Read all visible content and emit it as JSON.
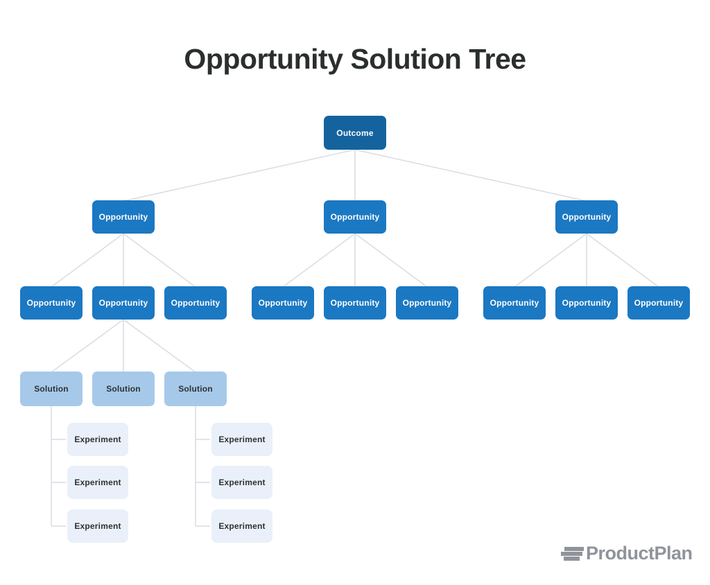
{
  "title": "Opportunity Solution Tree",
  "nodes": {
    "outcome": {
      "label": "Outcome"
    },
    "level2": [
      {
        "label": "Opportunity"
      },
      {
        "label": "Opportunity"
      },
      {
        "label": "Opportunity"
      }
    ],
    "level3": [
      {
        "label": "Opportunity"
      },
      {
        "label": "Opportunity"
      },
      {
        "label": "Opportunity"
      },
      {
        "label": "Opportunity"
      },
      {
        "label": "Opportunity"
      },
      {
        "label": "Opportunity"
      },
      {
        "label": "Opportunity"
      },
      {
        "label": "Opportunity"
      },
      {
        "label": "Opportunity"
      }
    ],
    "solutions": [
      {
        "label": "Solution"
      },
      {
        "label": "Solution"
      },
      {
        "label": "Solution"
      }
    ],
    "experiments": [
      {
        "label": "Experiment"
      },
      {
        "label": "Experiment"
      },
      {
        "label": "Experiment"
      },
      {
        "label": "Experiment"
      },
      {
        "label": "Experiment"
      },
      {
        "label": "Experiment"
      }
    ]
  },
  "logo": {
    "brand": "ProductPlan",
    "icon": "roadmap-bars-icon"
  },
  "colors": {
    "outcome_bg": "#15639E",
    "opportunity_bg": "#1B78C2",
    "solution_bg": "#A6C9E9",
    "experiment_bg": "#E9F0F9",
    "connector_line": "#D9DCE1",
    "title_text": "#2B2E2E",
    "node_dark_text": "#2E3132",
    "logo_gray": "#8F949A"
  }
}
